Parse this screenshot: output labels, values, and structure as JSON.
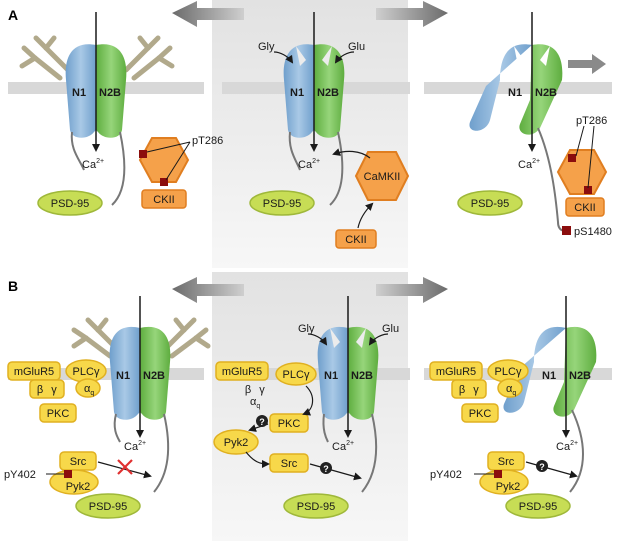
{
  "panels": [
    {
      "id": "A",
      "label": "A",
      "columns": [
        {
          "subunit_n1": "N1",
          "subunit_n2b": "N2B",
          "ca": "Ca",
          "ca_sup": "2+",
          "psd95": "PSD-95",
          "ckii": "CKII",
          "pt286": "pT286"
        },
        {
          "subunit_n1": "N1",
          "subunit_n2b": "N2B",
          "gly": "Gly",
          "glu": "Glu",
          "ca": "Ca",
          "ca_sup": "2+",
          "psd95": "PSD-95",
          "camkii": "CaMKII",
          "ckii": "CKII"
        },
        {
          "subunit_n1": "N1",
          "subunit_n2b": "N2B",
          "ca": "Ca",
          "ca_sup": "2+",
          "psd95": "PSD-95",
          "ckii": "CKII",
          "pt286": "pT286",
          "ps1480": "pS1480"
        }
      ]
    },
    {
      "id": "B",
      "label": "B",
      "columns": [
        {
          "subunit_n1": "N1",
          "subunit_n2b": "N2B",
          "mglur5": "mGluR5",
          "beta": "β",
          "gamma": "γ",
          "plcg": "PLCγ",
          "alpha": "α",
          "alpha_sub": "q",
          "pkc": "PKC",
          "ca": "Ca",
          "ca_sup": "2+",
          "src": "Src",
          "pyk2": "Pyk2",
          "py402": "pY402",
          "psd95": "PSD-95"
        },
        {
          "subunit_n1": "N1",
          "subunit_n2b": "N2B",
          "gly": "Gly",
          "glu": "Glu",
          "mglur5": "mGluR5",
          "beta": "β",
          "gamma": "γ",
          "plcg": "PLCγ",
          "alpha": "α",
          "alpha_sub": "q",
          "pkc": "PKC",
          "pyk2": "Pyk2",
          "src": "Src",
          "ca": "Ca",
          "ca_sup": "2+",
          "psd95": "PSD-95",
          "q": "?"
        },
        {
          "subunit_n1": "N1",
          "subunit_n2b": "N2B",
          "mglur5": "mGluR5",
          "beta": "β",
          "gamma": "γ",
          "plcg": "PLCγ",
          "alpha": "α",
          "alpha_sub": "q",
          "pkc": "PKC",
          "ca": "Ca",
          "ca_sup": "2+",
          "src": "Src",
          "pyk2": "Pyk2",
          "py402": "pY402",
          "psd95": "PSD-95",
          "q": "?"
        }
      ]
    }
  ],
  "colors": {
    "n1_blue": "#8fb7dc",
    "n2b_green": "#7cc45e",
    "psd95": "#c7dd55",
    "ckii_orange": "#f5a14a",
    "kinase_yellow": "#f7d84a",
    "membrane": "#d8d8d8",
    "panel_bg": "#ececec",
    "phospho": "#8b0d0d",
    "arrow_gray": "#777777",
    "inhibit_red": "#e03030"
  }
}
